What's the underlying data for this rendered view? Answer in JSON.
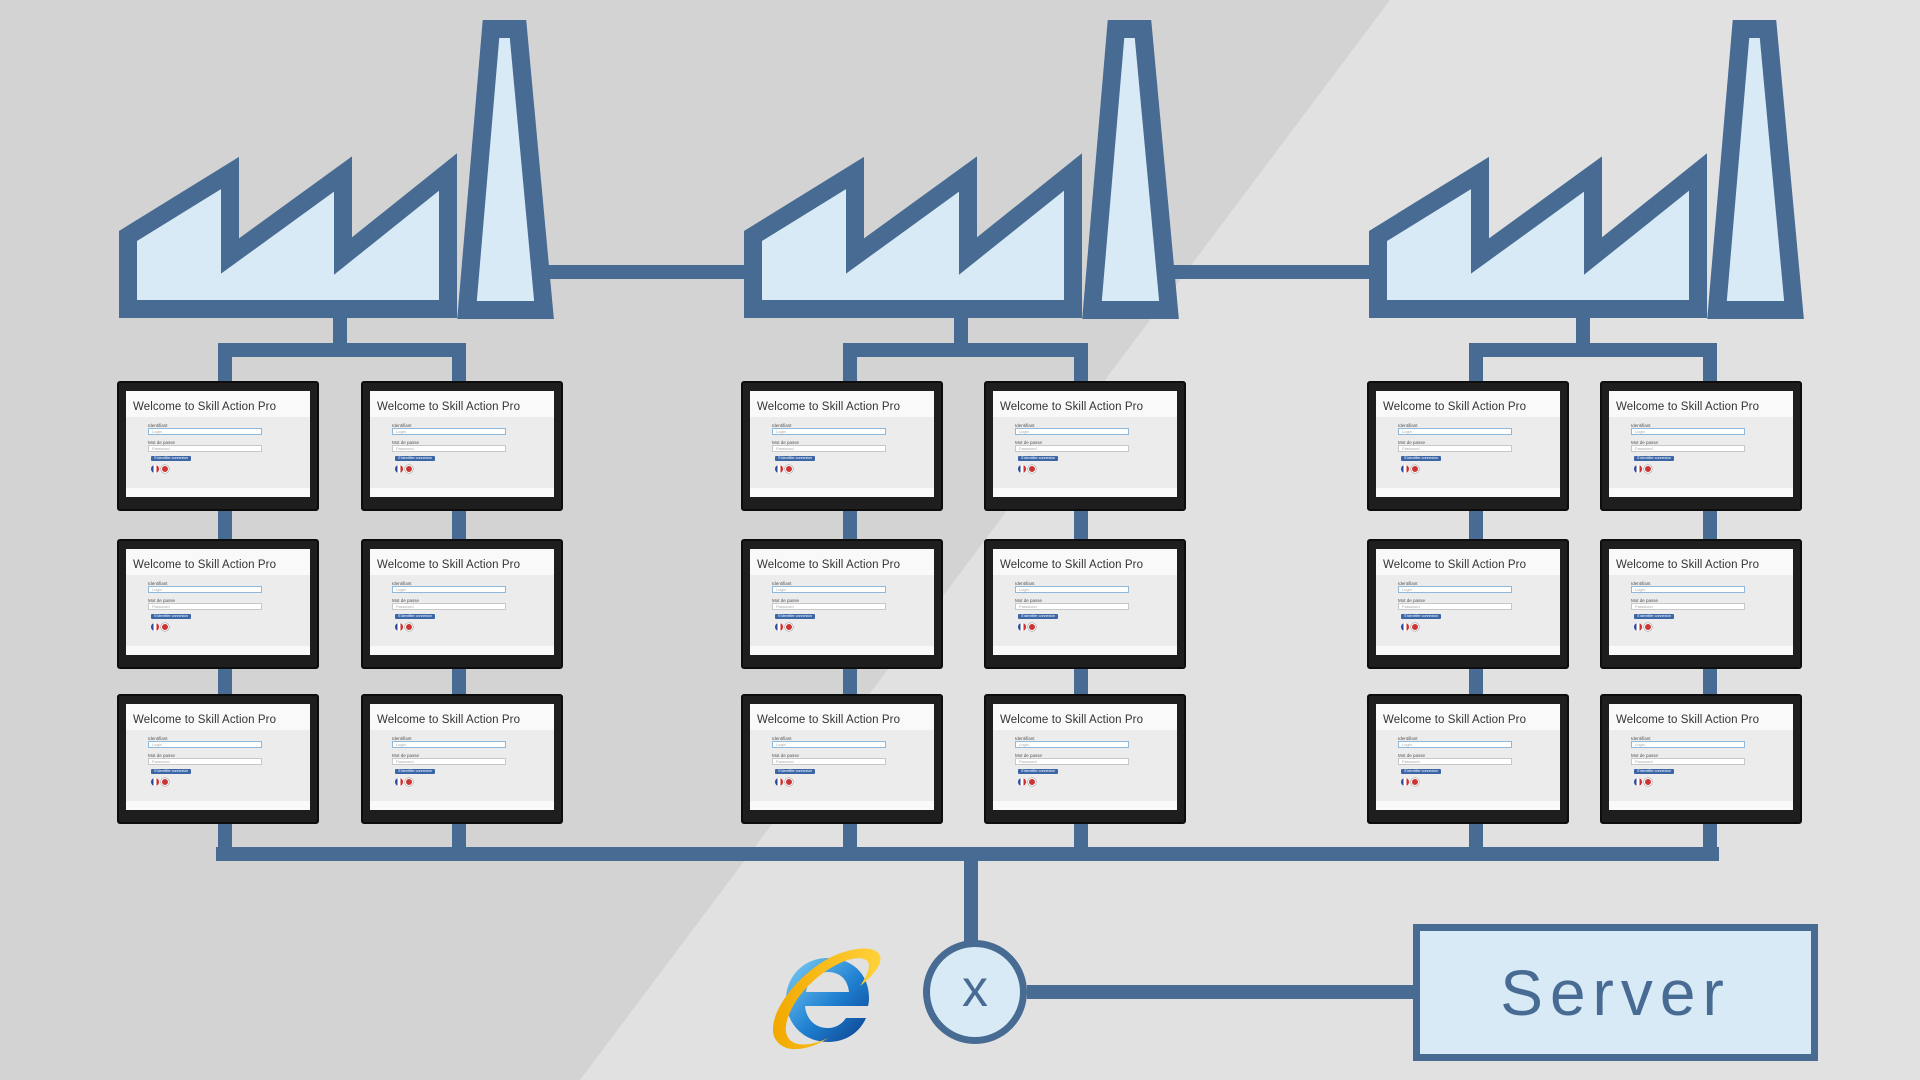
{
  "colors": {
    "line": "#476b92",
    "fill": "#d8eaf6",
    "background_dark": "#d3d3d3",
    "background_light": "#e1e1e1",
    "monitor_bezel": "#1e1e1e"
  },
  "factories": [
    {
      "id": "factory-1"
    },
    {
      "id": "factory-2"
    },
    {
      "id": "factory-3"
    }
  ],
  "login_screen": {
    "title": "Welcome to Skill Action Pro",
    "login_label": "Identifiant",
    "login_placeholder": "Login",
    "password_label": "Mot de passe",
    "password_placeholder": "Password",
    "connect_button": "S'identifier connexion"
  },
  "browser": {
    "icon": "internet-explorer-icon"
  },
  "junction": {
    "label": "x"
  },
  "server": {
    "label": "Server"
  }
}
